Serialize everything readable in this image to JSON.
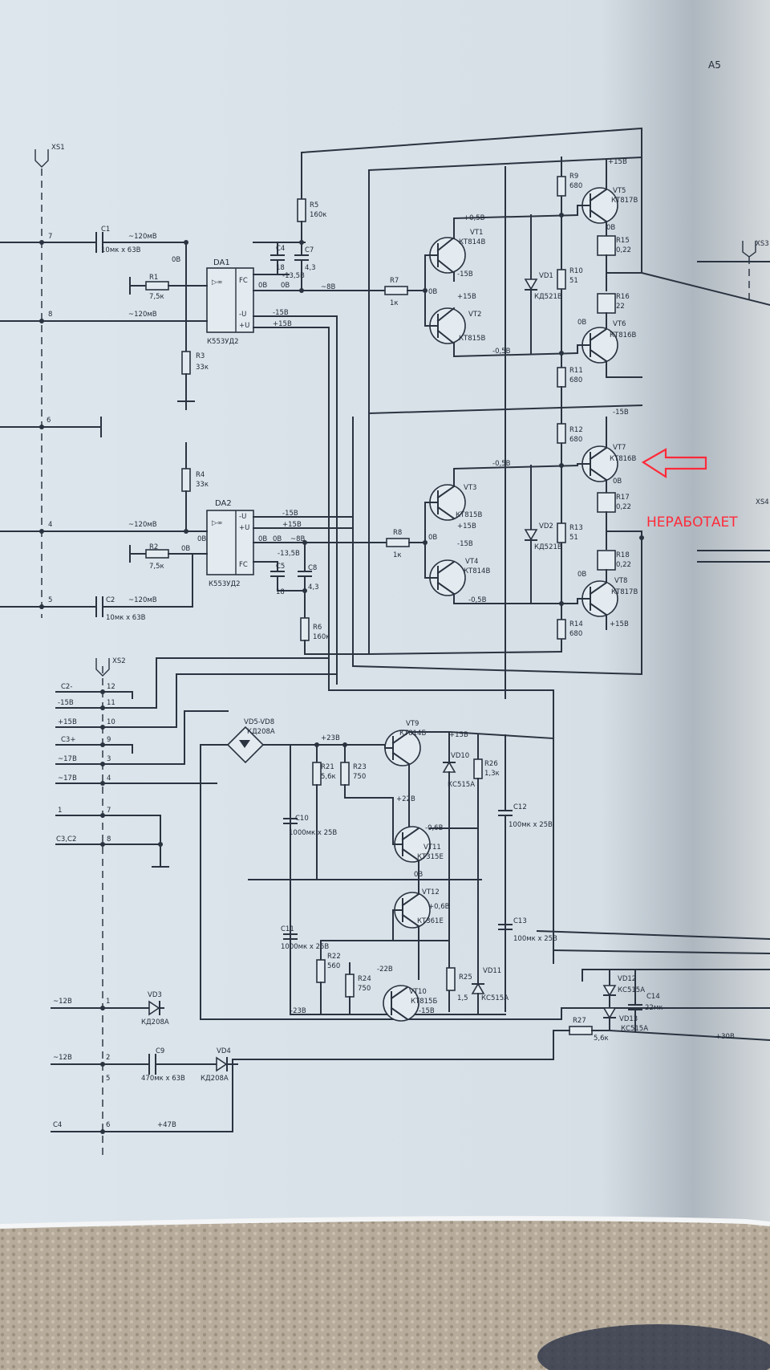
{
  "sheet_label": "A5",
  "connectors": [
    "XS1",
    "XS2",
    "XS3",
    "XS4"
  ],
  "annotation": {
    "text": "НЕРАБОТАЕТ",
    "color": "#ff2a3a"
  },
  "colors": {
    "paper": "#dde6ec",
    "ink": "#2a3340",
    "carpet": "#b7ac9c"
  },
  "labels": {
    "c1": "C1",
    "c1_val": "10мк х 63В",
    "c2": "C2",
    "c2_val": "10мк х 63В",
    "mv1": "~120мВ",
    "mv2": "~120мВ",
    "mv3": "~120мВ",
    "mv4": "~120мВ",
    "r1": "R1",
    "r1_val": "7,5к",
    "r2": "R2",
    "r2_val": "7,5к",
    "r3": "R3",
    "r3_val": "33к",
    "r4": "R4",
    "r4_val": "33к",
    "r5": "R5",
    "r5_val": "160к",
    "r6": "R6",
    "r6_val": "160к",
    "r7": "R7",
    "r7_val": "1к",
    "r8": "R8",
    "r8_val": "1к",
    "c4": "C4",
    "c4_val": "18",
    "c5": "C5",
    "c5_val": "18",
    "c7": "C7",
    "c7_val": "4,3",
    "c8": "C8",
    "c8_val": "4,3",
    "da1": "DA1",
    "da1_type": "К553УД2",
    "da2": "DA2",
    "da2_type": "К553УД2",
    "fc": "FC",
    "minus_u": "-U",
    "plus_u": "+U",
    "inf": "▷∞",
    "v0": "0В",
    "v_135": "-13,5В",
    "v_15": "-15В",
    "v15": "+15В",
    "v8": "~8В",
    "v05": "+0,5В",
    "v_05": "-0,5В",
    "vt1": "VT1",
    "vt1_type": "КТ814В",
    "vt2": "VT2",
    "vt2_type": "КТ815В",
    "vt3": "VT3",
    "vt3_type": "КТ815В",
    "vt4": "VT4",
    "vt4_type": "КТ814В",
    "vt5": "VT5",
    "vt5_type": "КТ817В",
    "vt6": "VT6",
    "vt6_type": "КТ816В",
    "vt7": "VT7",
    "vt7_type": "КТ816В",
    "vt8": "VT8",
    "vt8_type": "КТ817В",
    "vd1": "VD1",
    "vd1_type": "КД521В",
    "vd2": "VD2",
    "vd2_type": "КД521В",
    "r9": "R9",
    "r9_val": "680",
    "r10": "R10",
    "r10_val": "51",
    "r11": "R11",
    "r11_val": "680",
    "r12": "R12",
    "r12_val": "680",
    "r13": "R13",
    "r13_val": "51",
    "r14": "R14",
    "r14_val": "680",
    "r15": "R15",
    "r15_val": "0,22",
    "r16": "R16",
    "r16_val": "22",
    "r17": "R17",
    "r17_val": "0,22",
    "r18": "R18",
    "r18_val": "0,22",
    "xs2_pins": [
      "C2-",
      "-15В",
      "+15В",
      "C3+",
      "~17В",
      "~17В",
      "1",
      "C3,C2"
    ],
    "xs2_nums": [
      "12",
      "11",
      "10",
      "9",
      "3",
      "4",
      "7",
      "8"
    ],
    "xs1_nums": [
      "7",
      "8",
      "6",
      "4",
      "5"
    ],
    "vd5": "VD5-VD8",
    "vd5_type": "КД208А",
    "vt9": "VT9",
    "vt9_type": "КТ814Б",
    "vt10": "VT10",
    "vt10_type": "КТ815Б",
    "vt11": "VT11",
    "vt11_type": "КТ315Е",
    "vt12": "VT12",
    "vt12_type": "КТ361Е",
    "vd10": "VD10",
    "vd10_type": "КС515А",
    "vd11": "VD11",
    "vd11_type": "КС515А",
    "vd12": "VD12",
    "vd12_type": "КС515А",
    "vd13": "VD13",
    "vd13_type": "КС515А",
    "r21": "R21",
    "r21_val": "5,6к",
    "r22": "R22",
    "r22_val": "560",
    "r23": "R23",
    "r23_val": "750",
    "r24": "R24",
    "r24_val": "750",
    "r25": "R25",
    "r25_val": "1,5",
    "r26": "R26",
    "r26_val": "1,3к",
    "r27": "R27",
    "r27_val": "5,6к",
    "c10": "C10",
    "c10_val": "1000мк х 25В",
    "c11": "C11",
    "c11_val": "1000мк х 25В",
    "c12": "C12",
    "c12_val": "100мк х 25В",
    "c13": "C13",
    "c13_val": "100мк х 25В",
    "c14": "C14",
    "c14_val": "22мк",
    "c9": "C9",
    "c9_val": "470мк х 63В",
    "vd3": "VD3",
    "vd3_type": "КД208А",
    "vd4": "VD4",
    "vd4_type": "КД208А",
    "v23": "+23В",
    "v_23": "-23В",
    "v22": "+22В",
    "v_22": "-22В",
    "v_06": "-0,6В",
    "v06": "+0,6В",
    "v15b": "+15В",
    "v_15b": "-15В",
    "v30": "+30В",
    "v47": "+47В",
    "ac12a": "~12В",
    "ac12b": "~12В",
    "c4pin": "C4",
    "low_nums": [
      "1",
      "2",
      "5",
      "6"
    ]
  }
}
